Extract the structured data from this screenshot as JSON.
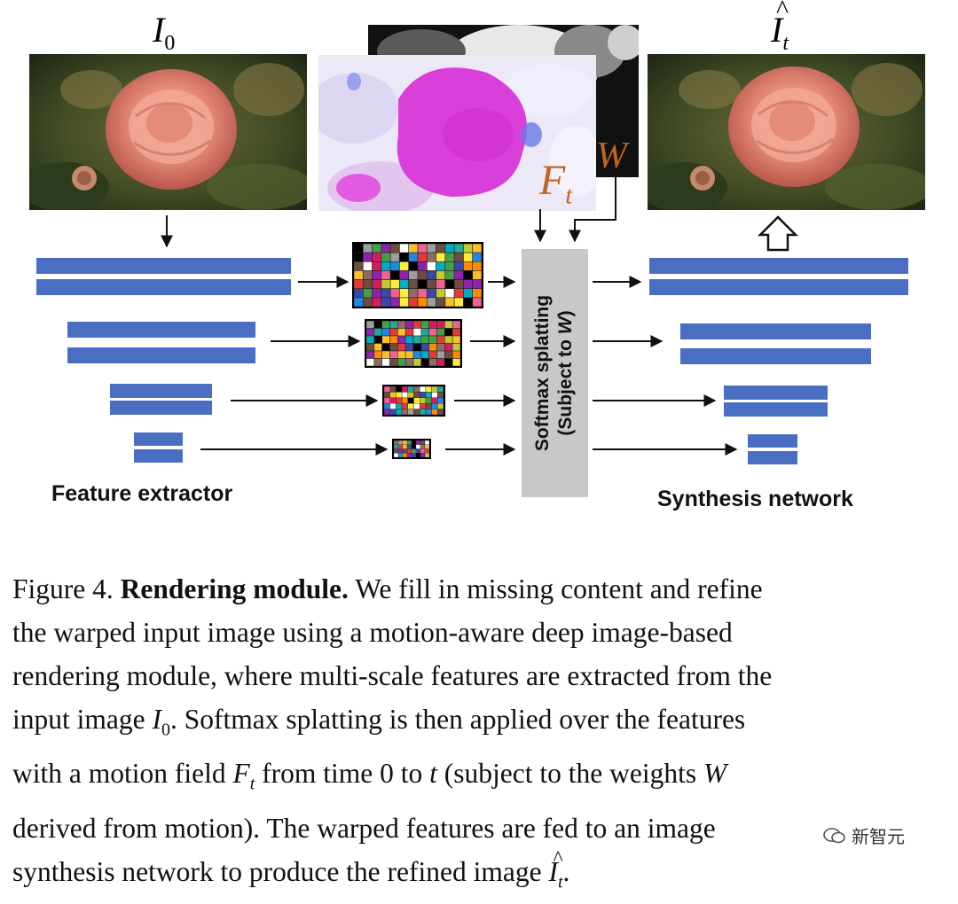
{
  "figure": {
    "input_label": "I",
    "input_label_sub": "0",
    "output_label": "I",
    "output_label_sub": "t",
    "flow_label": "F",
    "flow_label_sub": "t",
    "weight_label": "W",
    "softmax_line1": "Softmax splatting",
    "softmax_line2_pre": "(Subject to ",
    "softmax_line2_var": "W",
    "softmax_line2_post": ")",
    "feature_extractor_label": "Feature extractor",
    "synthesis_label": "Synthesis network"
  },
  "caption": {
    "l1_pre": "Figure 4. ",
    "l1_bold": "Rendering module.",
    "l1_post": " We fill in missing content and refine",
    "l2": "the warped input image using a motion-aware deep image-based",
    "l3": "rendering module, where multi-scale features are extracted from the",
    "l4_pre": "input image ",
    "l4_var": "I",
    "l4_sub": "0",
    "l4_post": ". Softmax splatting is then applied over the features",
    "l5_pre": "with a motion field ",
    "l5_var": "F",
    "l5_sub": "t",
    "l5_mid": " from time 0 to ",
    "l5_t": "t",
    "l5_mid2": " (subject to the weights ",
    "l5_w": "W",
    "l6": "derived from motion). The warped features are fed to an image",
    "l7_pre": "synthesis network to produce the refined image ",
    "l7_var": "I",
    "l7_sub": "t",
    "l7_post": "."
  },
  "watermark": {
    "text": "新智元"
  },
  "colors": {
    "bar": "#4a6fc2",
    "softmax_box": "#c8c8c8",
    "flow_accent": "#c0651e"
  }
}
